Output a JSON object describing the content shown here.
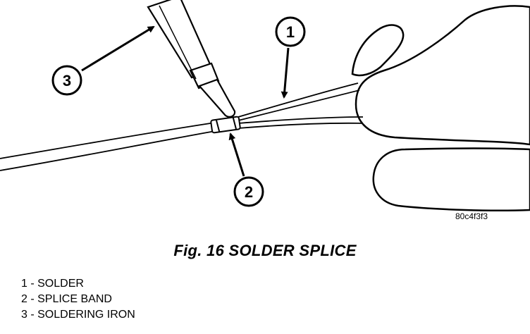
{
  "figure": {
    "reference_code": "80c4f3f3",
    "caption": "Fig. 16 SOLDER SPLICE"
  },
  "callouts": [
    {
      "number": "1"
    },
    {
      "number": "2"
    },
    {
      "number": "3"
    }
  ],
  "legend": [
    {
      "text": "1 - SOLDER"
    },
    {
      "text": "2 - SPLICE BAND"
    },
    {
      "text": "3 - SOLDERING IRON"
    }
  ]
}
